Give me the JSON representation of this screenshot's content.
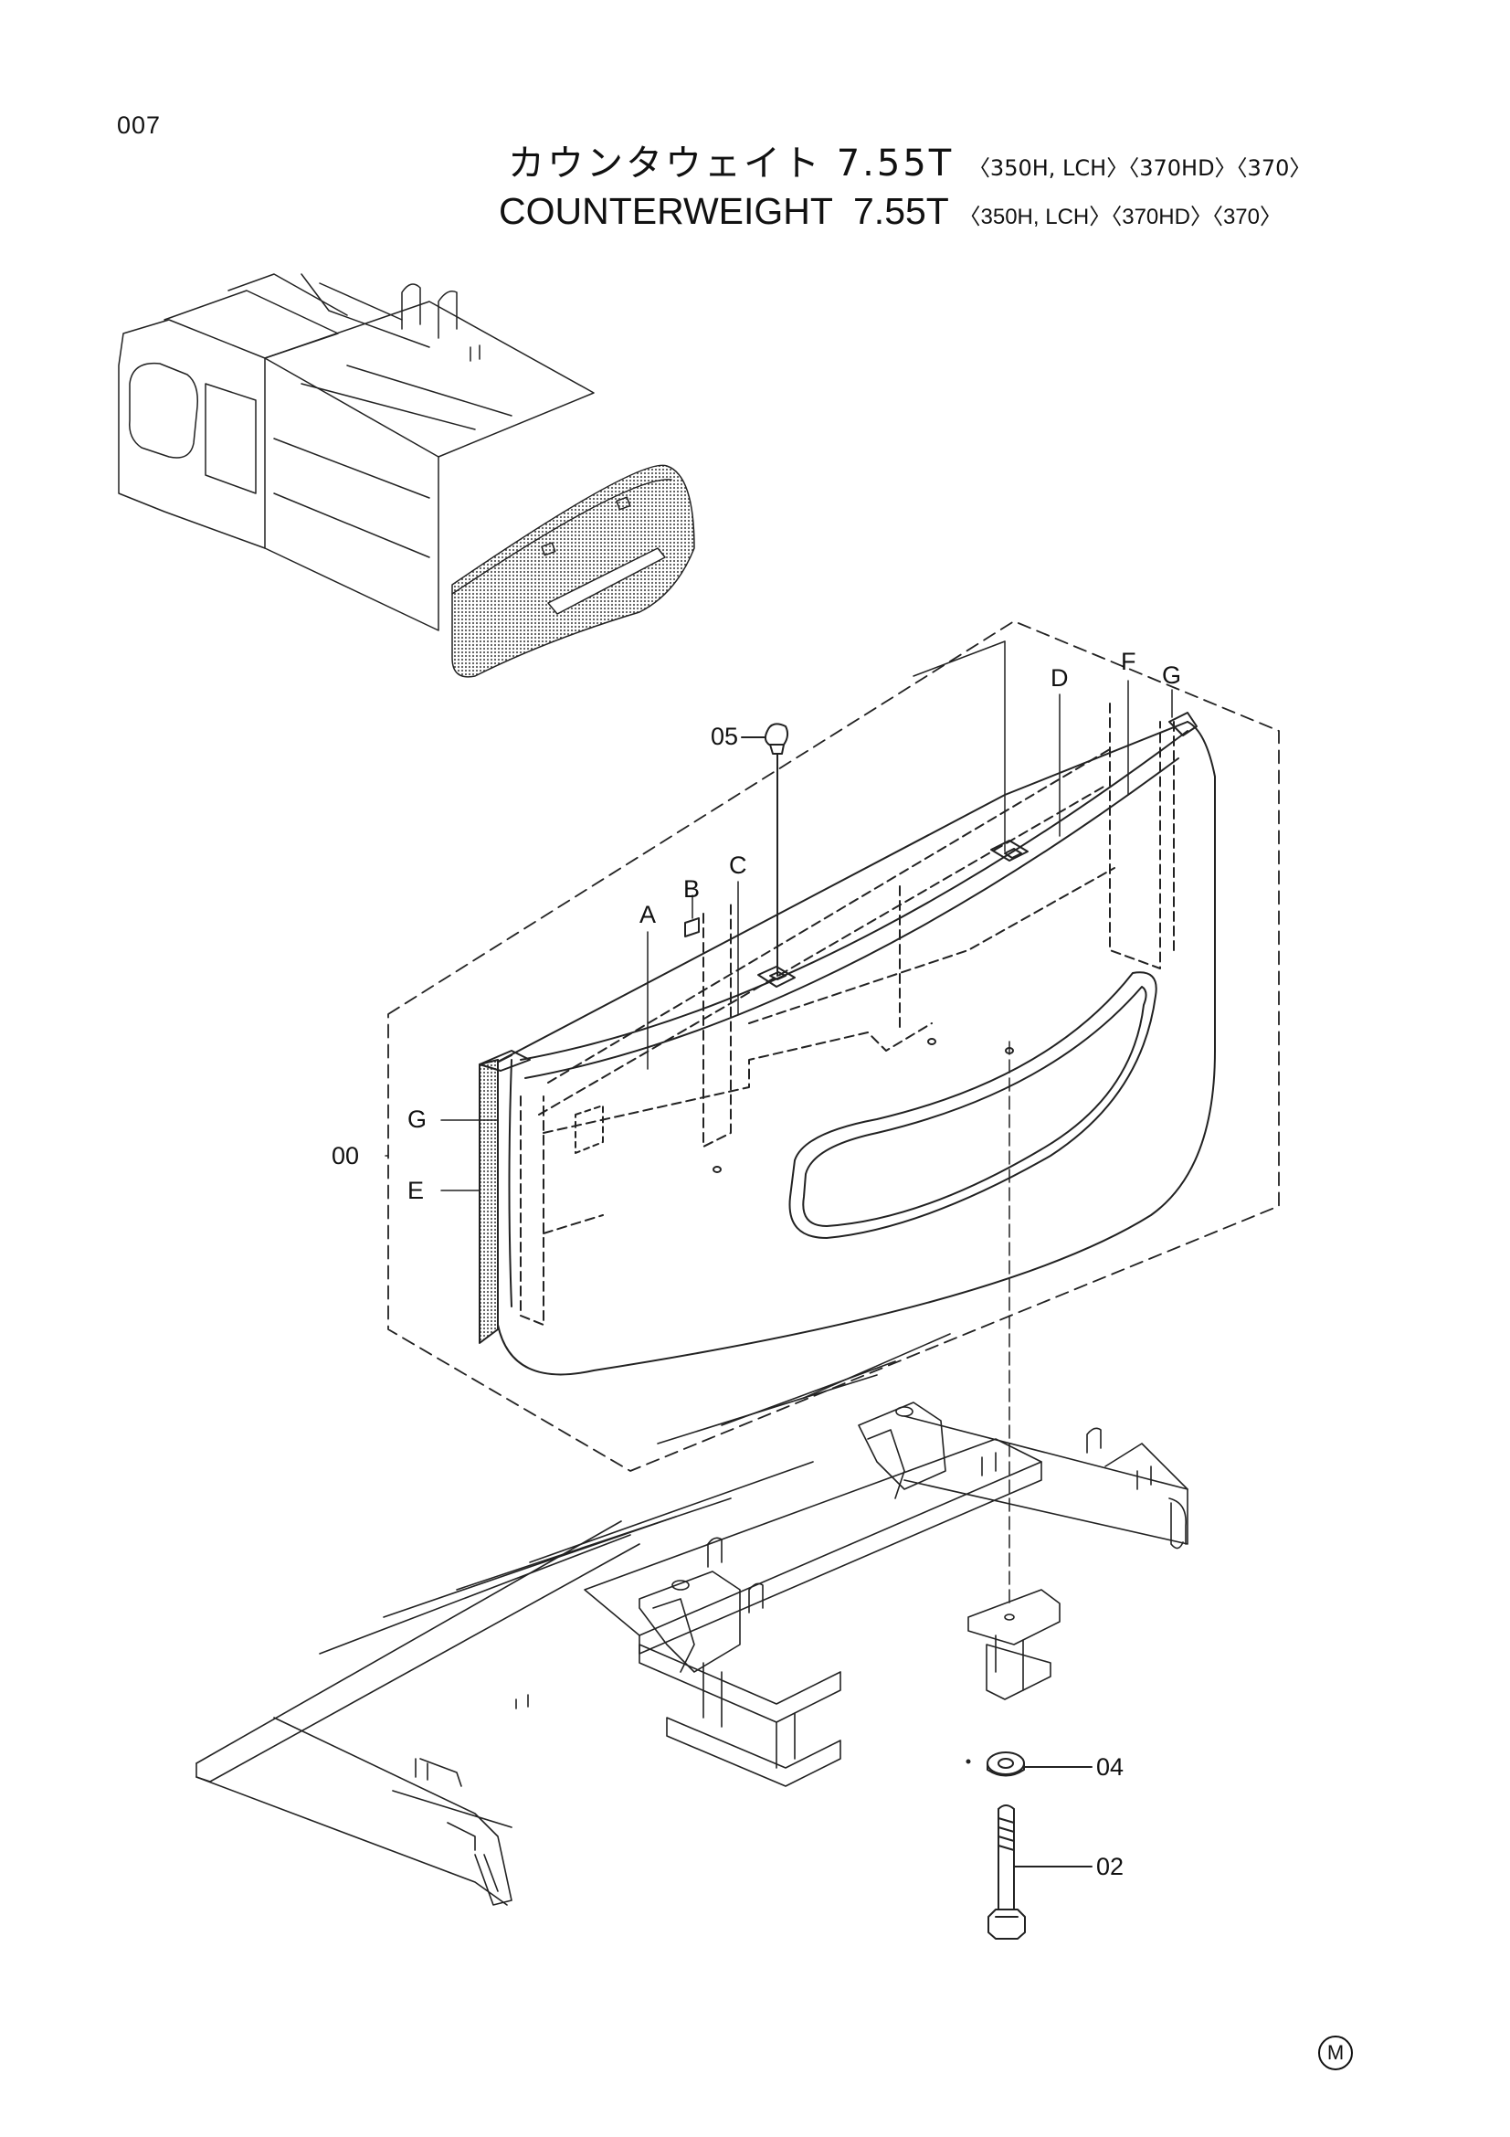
{
  "page_number": "007",
  "title_jp": {
    "text": "カウンタウェイト 7.55T",
    "models": "〈350H, LCH〉〈370HD〉〈370〉"
  },
  "title_en": {
    "text": "COUNTERWEIGHT  7.55T",
    "models": "〈350H, LCH〉〈370HD〉〈370〉"
  },
  "labels": {
    "A": "A",
    "B": "B",
    "C": "C",
    "D": "D",
    "E": "E",
    "F": "F",
    "G_top": "G",
    "G_left": "G"
  },
  "parts": {
    "p00": "00",
    "p02": "02",
    "p04": "04",
    "p05": "05"
  },
  "mark": "M"
}
